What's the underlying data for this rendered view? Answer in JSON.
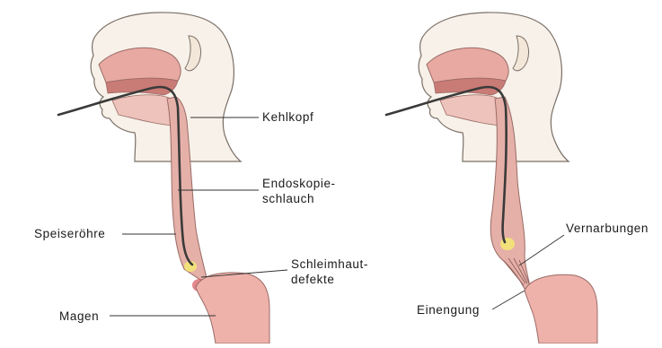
{
  "labels": {
    "kehlkopf": "Kehlkopf",
    "endoskopie_line1": "Endoskopie-",
    "endoskopie_line2": "schlauch",
    "speiseroehre": "Speiseröhre",
    "schleimhaut_line1": "Schleimhaut-",
    "schleimhaut_line2": "defekte",
    "magen": "Magen",
    "vernarbungen": "Vernarbungen",
    "einengung": "Einengung"
  },
  "colors": {
    "skin_fill": "#f7f1e9",
    "outline": "#7a6f66",
    "tissue_pink": "#e8a9a2",
    "tissue_dark": "#c97b76",
    "esophagus_fill": "#e5b0a8",
    "stomach_fill": "#eeb2ab",
    "lesion_yellow": "#f2e07a",
    "lesion_red": "#d9535c",
    "tube": "#3a3a3a",
    "leader_line": "#333333"
  }
}
